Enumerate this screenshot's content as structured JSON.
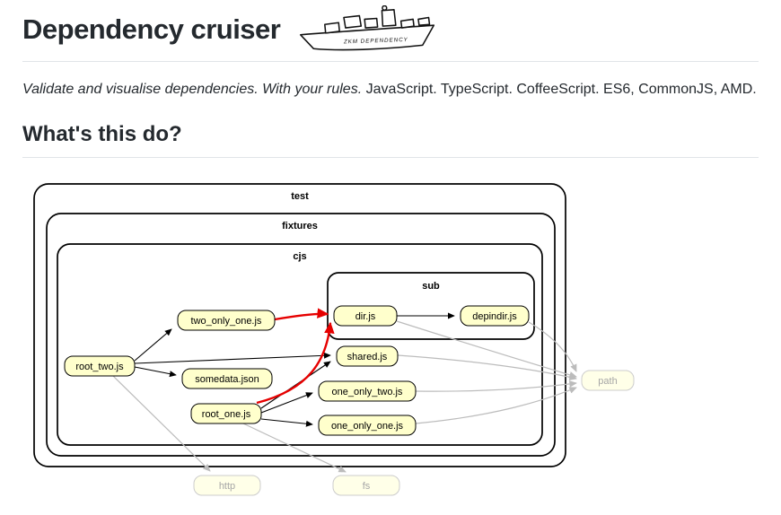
{
  "page": {
    "title": "Dependency cruiser",
    "logo_caption": "ZKM DEPENDENCY",
    "tagline_italic": "Validate and visualise dependencies. With your rules.",
    "tagline_rest": " JavaScript. TypeScript. CoffeeScript. ES6, CommonJS, AMD.",
    "section_heading": "What's this do?"
  },
  "diagram": {
    "clusters": {
      "outer": "test",
      "middle": "fixtures",
      "inner": "cjs",
      "sub": "sub"
    },
    "nodes": {
      "dir": "dir.js",
      "depindir": "depindir.js",
      "two_only_one": "two_only_one.js",
      "root_two": "root_two.js",
      "somedata": "somedata.json",
      "shared": "shared.js",
      "one_only_two": "one_only_two.js",
      "root_one": "root_one.js",
      "one_only_one": "one_only_one.js",
      "path": "path",
      "http": "http",
      "fs": "fs"
    },
    "colors": {
      "node_fill": "#ffffcc",
      "cluster_border": "#000000",
      "edge_normal": "#000000",
      "edge_violation": "#e60000",
      "edge_external": "#bcbcbc"
    },
    "edges": [
      {
        "from": "root_two.js",
        "to": "two_only_one.js",
        "type": "normal"
      },
      {
        "from": "root_two.js",
        "to": "somedata.json",
        "type": "normal"
      },
      {
        "from": "root_two.js",
        "to": "shared.js",
        "type": "normal"
      },
      {
        "from": "root_two.js",
        "to": "http",
        "type": "external"
      },
      {
        "from": "root_one.js",
        "to": "shared.js",
        "type": "normal"
      },
      {
        "from": "root_one.js",
        "to": "one_only_two.js",
        "type": "normal"
      },
      {
        "from": "root_one.js",
        "to": "one_only_one.js",
        "type": "normal"
      },
      {
        "from": "root_one.js",
        "to": "fs",
        "type": "external"
      },
      {
        "from": "root_one.js",
        "to": "dir.js",
        "type": "violation"
      },
      {
        "from": "two_only_one.js",
        "to": "dir.js",
        "type": "violation"
      },
      {
        "from": "dir.js",
        "to": "depindir.js",
        "type": "normal"
      },
      {
        "from": "dir.js",
        "to": "path",
        "type": "external"
      },
      {
        "from": "depindir.js",
        "to": "path",
        "type": "external"
      },
      {
        "from": "shared.js",
        "to": "path",
        "type": "external"
      },
      {
        "from": "one_only_two.js",
        "to": "path",
        "type": "external"
      },
      {
        "from": "one_only_one.js",
        "to": "path",
        "type": "external"
      }
    ]
  }
}
